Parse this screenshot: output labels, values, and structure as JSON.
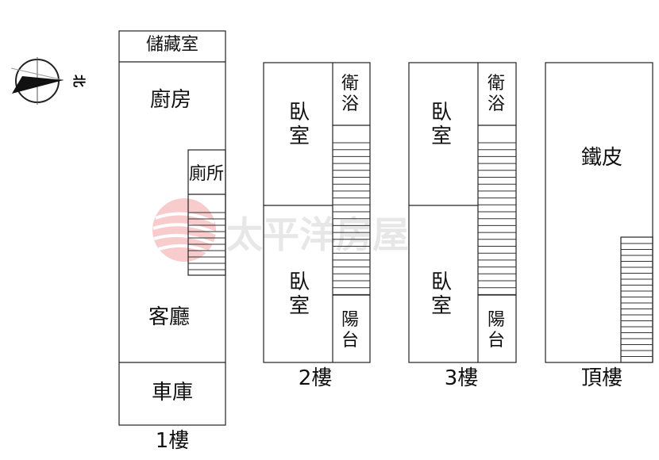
{
  "compass": {
    "north_label": "北"
  },
  "watermark": {
    "brand_text": "太平洋房屋",
    "logo_color": "#e8545a"
  },
  "floors": [
    {
      "name": "1樓",
      "rooms": [
        "儲藏室",
        "廚房",
        "廁所",
        "客廳",
        "車庫"
      ]
    },
    {
      "name": "2樓",
      "rooms": [
        "臥室",
        "衛浴",
        "臥室",
        "陽台"
      ]
    },
    {
      "name": "3樓",
      "rooms": [
        "臥室",
        "衛浴",
        "臥室",
        "陽台"
      ]
    },
    {
      "name": "頂樓",
      "rooms": [
        "鐵皮"
      ]
    }
  ]
}
